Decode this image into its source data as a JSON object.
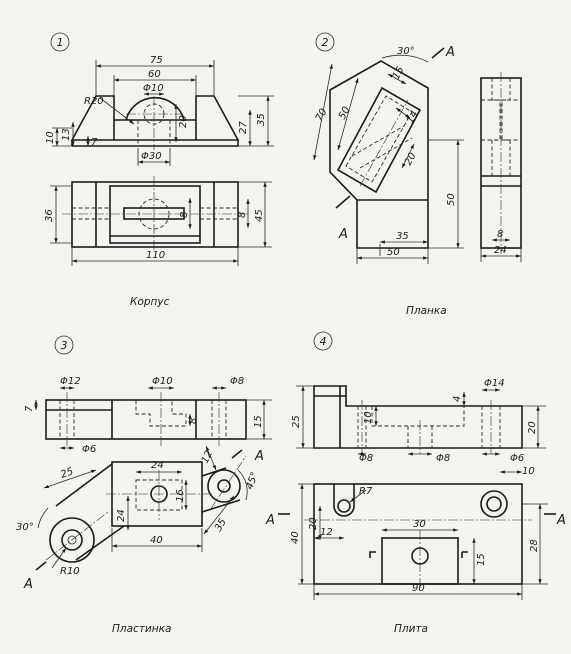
{
  "drawings": [
    {
      "number": "1",
      "caption": "Корпус",
      "dims": {
        "d1": "75",
        "d2": "60",
        "d3": "Φ10",
        "d4": "R20",
        "d5": "20",
        "d6": "27",
        "d7": "35",
        "d8": "10",
        "d9": "13",
        "d10": "7",
        "d11": "Φ30",
        "d12": "36",
        "d13": "8",
        "d14": "8",
        "d15": "45",
        "d16": "110"
      }
    },
    {
      "number": "2",
      "caption": "Планка",
      "dims": {
        "d1": "30°",
        "d2": "15",
        "d3": "70",
        "d4": "50",
        "d5": "14",
        "d6": "20",
        "d7": "50",
        "d8": "35",
        "d9": "50",
        "d10": "8",
        "d11": "24"
      },
      "letters": {
        "l1": "A",
        "l2": "A"
      }
    },
    {
      "number": "3",
      "caption": "Пластинка",
      "dims": {
        "d1": "Φ12",
        "d2": "Φ10",
        "d3": "Φ8",
        "d4": "7",
        "d5": "8",
        "d6": "15",
        "d7": "Φ6",
        "d8": "25",
        "d9": "24",
        "d10": "12",
        "d11": "45°",
        "d12": "16",
        "d13": "24",
        "d14": "35",
        "d15": "30°",
        "d16": "R10",
        "d17": "40"
      },
      "letters": {
        "l1": "A",
        "l2": "A"
      }
    },
    {
      "number": "4",
      "caption": "Плита",
      "dims": {
        "d1": "Φ14",
        "d2": "4",
        "d3": "25",
        "d4": "10",
        "d5": "20",
        "d6": "Φ8",
        "d7": "Φ8",
        "d8": "Φ6",
        "d9": "10",
        "d10": "R7",
        "d11": "30",
        "d12": "40",
        "d13": "20",
        "d14": "12",
        "d15": "15",
        "d16": "28",
        "d17": "90"
      },
      "letters": {
        "l1": "A",
        "l2": "A"
      }
    }
  ]
}
